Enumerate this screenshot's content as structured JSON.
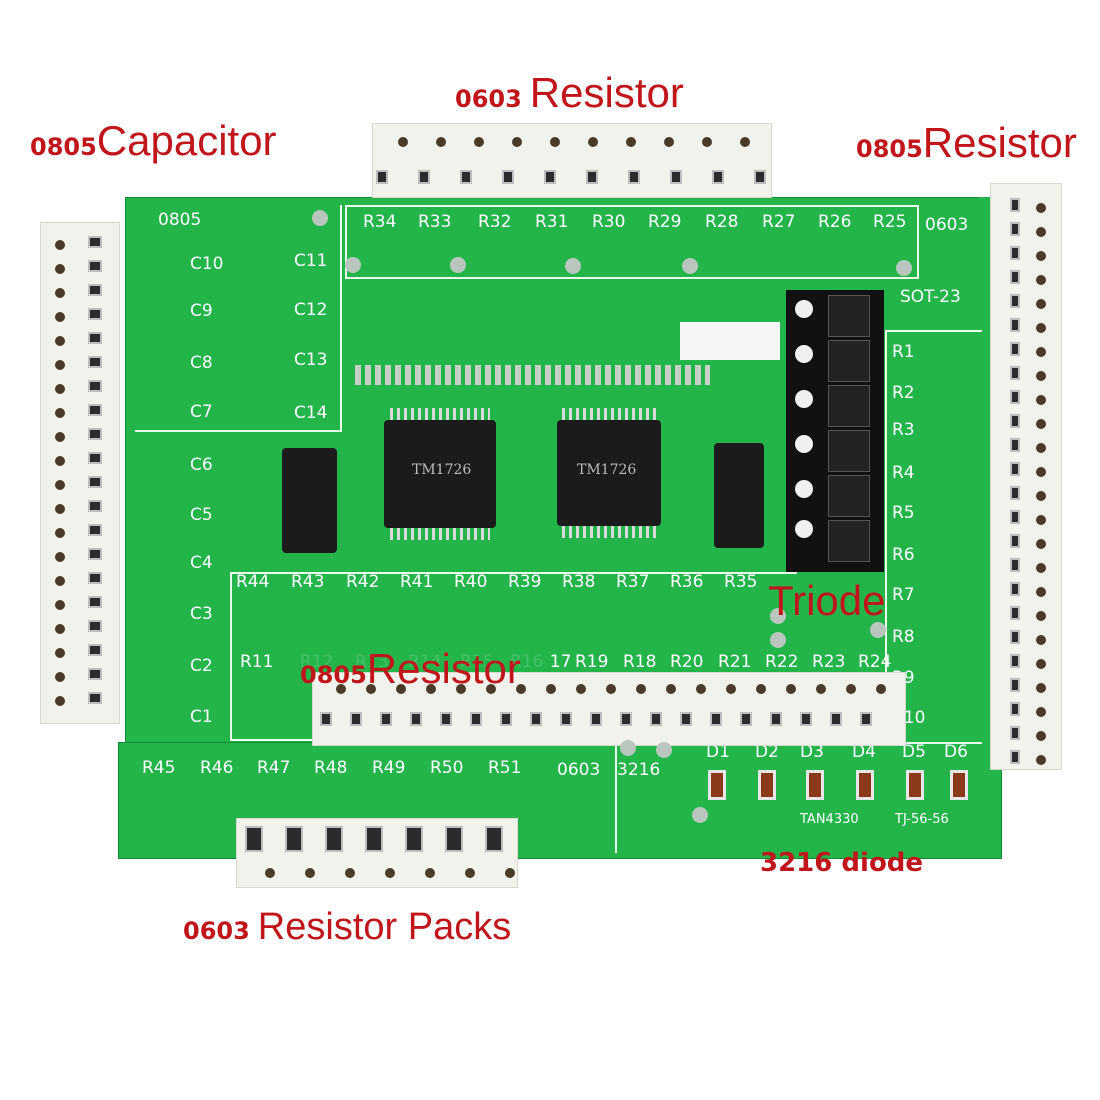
{
  "labels": {
    "capacitor_0805": {
      "prefix": "0805",
      "text": "Capacitor"
    },
    "resistor_0603_top": {
      "prefix": "0603",
      "text": "Resistor"
    },
    "resistor_0805_right": {
      "prefix": "0805",
      "text": "Resistor"
    },
    "resistor_0805_middle": {
      "prefix": "0805",
      "text": "Resistor"
    },
    "triode": "Triode",
    "resistor_packs_0603": {
      "prefix": "0603",
      "text": "Resistor Packs"
    },
    "diode_3216": "3216 diode"
  },
  "pcb": {
    "top_left_size": "0805",
    "top_right_size": "0603",
    "sot_label": "SOT-23",
    "chip1_text": "TM1726",
    "chip2_text": "TM1726",
    "bottom_size_a": "0603",
    "bottom_size_b": "3216",
    "diode_code_1": "TAN4330",
    "diode_code_2": "TJ-56-56",
    "capacitors_left": [
      "C10",
      "C9",
      "C8",
      "C7",
      "C6",
      "C5",
      "C4",
      "C3",
      "C2",
      "C1"
    ],
    "capacitors_right": [
      "C11",
      "C12",
      "C13",
      "C14"
    ],
    "resistors_top": [
      "R34",
      "R33",
      "R32",
      "R31",
      "R30",
      "R29",
      "R28",
      "R27",
      "R26",
      "R25"
    ],
    "resistors_right": [
      "R1",
      "R2",
      "R3",
      "R4",
      "R5",
      "R6",
      "R7",
      "R8",
      "R9",
      "R10"
    ],
    "resistors_row_mid": [
      "R44",
      "R43",
      "R42",
      "R41",
      "R40",
      "R39",
      "R38",
      "R37",
      "R36",
      "R35"
    ],
    "resistors_row_low": [
      "R11",
      "R12",
      "R13",
      "R14",
      "R15",
      "R16",
      "R17",
      "R19",
      "R18",
      "R20",
      "R21",
      "R22",
      "R23",
      "R24"
    ],
    "resistor_packs": [
      "R45",
      "R46",
      "R47",
      "R48",
      "R49",
      "R50",
      "R51"
    ],
    "diodes": [
      "D1",
      "D2",
      "D3",
      "D4",
      "D5",
      "D6"
    ]
  }
}
